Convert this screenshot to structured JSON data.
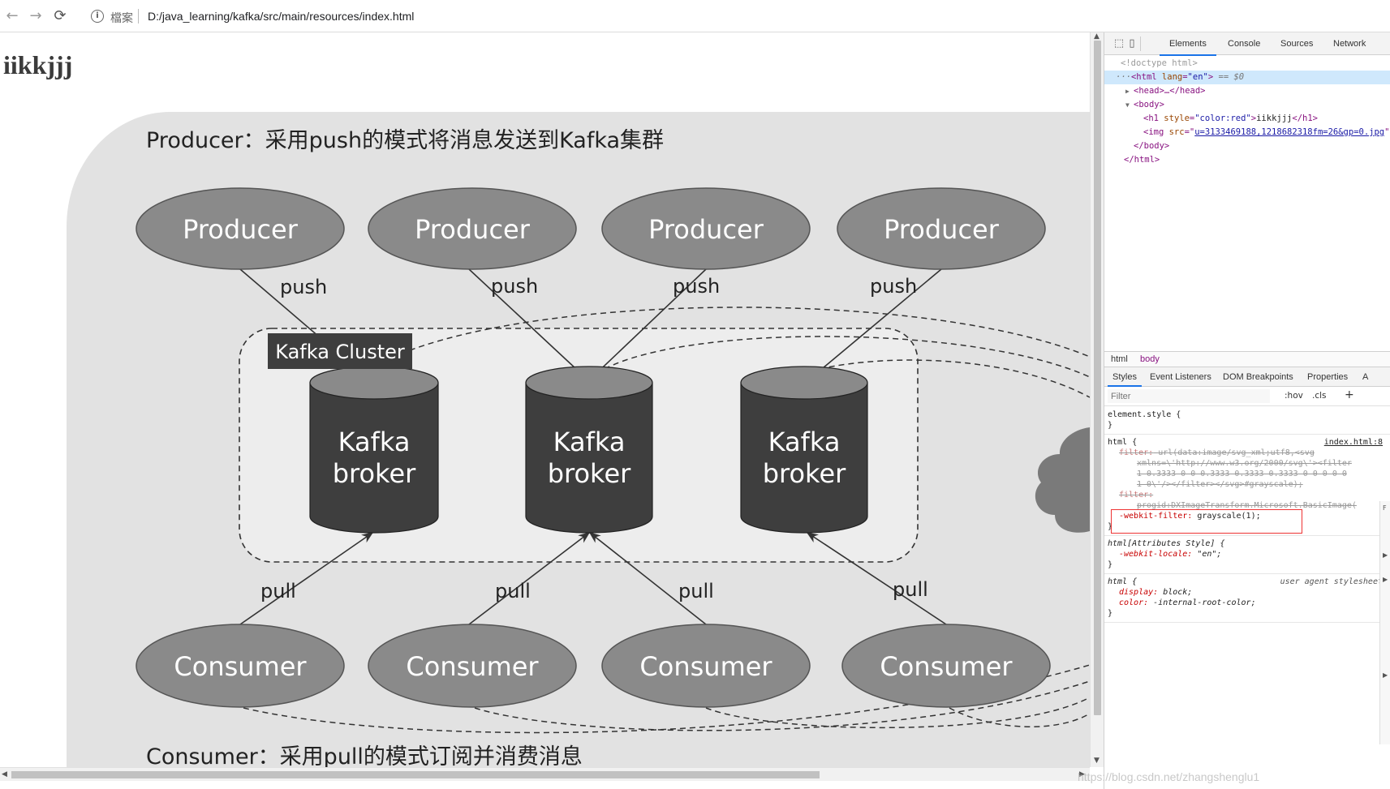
{
  "browser": {
    "back_glyph": "←",
    "forward_glyph": "→",
    "reload_glyph": "⟳",
    "info_glyph": "i",
    "security_label": "檔案",
    "url": "D:/java_learning/kafka/src/main/resources/index.html"
  },
  "page": {
    "heading": "iikkjjj",
    "diagram": {
      "producer_caption": "Producer：采用push的模式将消息发送到Kafka集群",
      "consumer_caption": "Consumer：采用pull的模式订阅并消费消息",
      "cluster_label": "Kafka Cluster",
      "producers": [
        "Producer",
        "Producer",
        "Producer",
        "Producer"
      ],
      "consumers": [
        "Consumer",
        "Consumer",
        "Consumer",
        "Consumer"
      ],
      "brokers": [
        {
          "line1": "Kafka",
          "line2": "broker"
        },
        {
          "line1": "Kafka",
          "line2": "broker"
        },
        {
          "line1": "Kafka",
          "line2": "broker"
        }
      ],
      "push_labels": [
        "push",
        "push",
        "push",
        "push"
      ],
      "pull_labels": [
        "pull",
        "pull",
        "pull",
        "pull"
      ],
      "colors": {
        "panel": "#e2e2e2",
        "cluster_fill": "#ededed",
        "ellipse": "#8a8a8a",
        "broker": "#3e3e3e",
        "label_box": "#3e3e3e"
      }
    }
  },
  "devtools": {
    "tabs": [
      "Elements",
      "Console",
      "Sources",
      "Network"
    ],
    "active_tab": "Elements",
    "icons": [
      "inspect-icon",
      "device-toolbar-icon"
    ],
    "dom": {
      "doctype": "<!doctype html>",
      "html_open_tag": "html",
      "html_lang_attr": "lang",
      "html_lang_value": "\"en\"",
      "html_marker": "== $0",
      "head": "<head>…</head>",
      "body_open": "<body>",
      "h1_tag": "<h1 ",
      "h1_attr": "style",
      "h1_attr_value": "\"color:red\"",
      "h1_text": "iikkjjj",
      "h1_close": "</h1>",
      "img_tag": "<img ",
      "img_attr": "src",
      "img_src": "u=3133469188,1218682318fm=26&gp=0.jpg",
      "body_close": "</body>",
      "html_close": "</html>"
    },
    "breadcrumbs": [
      "html",
      "body"
    ],
    "subtabs": [
      "Styles",
      "Event Listeners",
      "DOM Breakpoints",
      "Properties",
      "A"
    ],
    "active_subtab": "Styles",
    "filter_placeholder": "Filter",
    "filter_buttons": [
      ":hov",
      ".cls",
      "+"
    ],
    "styles": {
      "element_style": "element.style {",
      "close_brace": "}",
      "html_rule_selector": "html {",
      "html_rule_source": "index.html:8",
      "filter_prop": "filter:",
      "filter_value_1": "url(data:image/svg_xml;utf8,<svg",
      "filter_value_2": "xmlns=\\'http://www.w3.org/2000/svg\\'><filter",
      "filter_value_3": "1 0.3333 0 0 0.3333 0.3333 0.3333 0 0 0 0 0",
      "filter_value_4": "1 0\\'/></filter></svg>#grayscale);",
      "filter2_prop": "filter:",
      "filter2_value": "progid:DXImageTransform.Microsoft.BasicImage(",
      "webkit_filter_prop": "-webkit-filter:",
      "webkit_filter_value": "grayscale(1);",
      "attr_style_selector": "html[Attributes Style] {",
      "locale_prop": "-webkit-locale:",
      "locale_value": "\"en\";",
      "ua_selector": "html {",
      "ua_source": "user agent stylesheet",
      "display_prop": "display:",
      "display_value": "block;",
      "color_prop": "color:",
      "color_value": "-internal-root-color;"
    }
  },
  "watermark": "https://blog.csdn.net/zhangshenglu1"
}
